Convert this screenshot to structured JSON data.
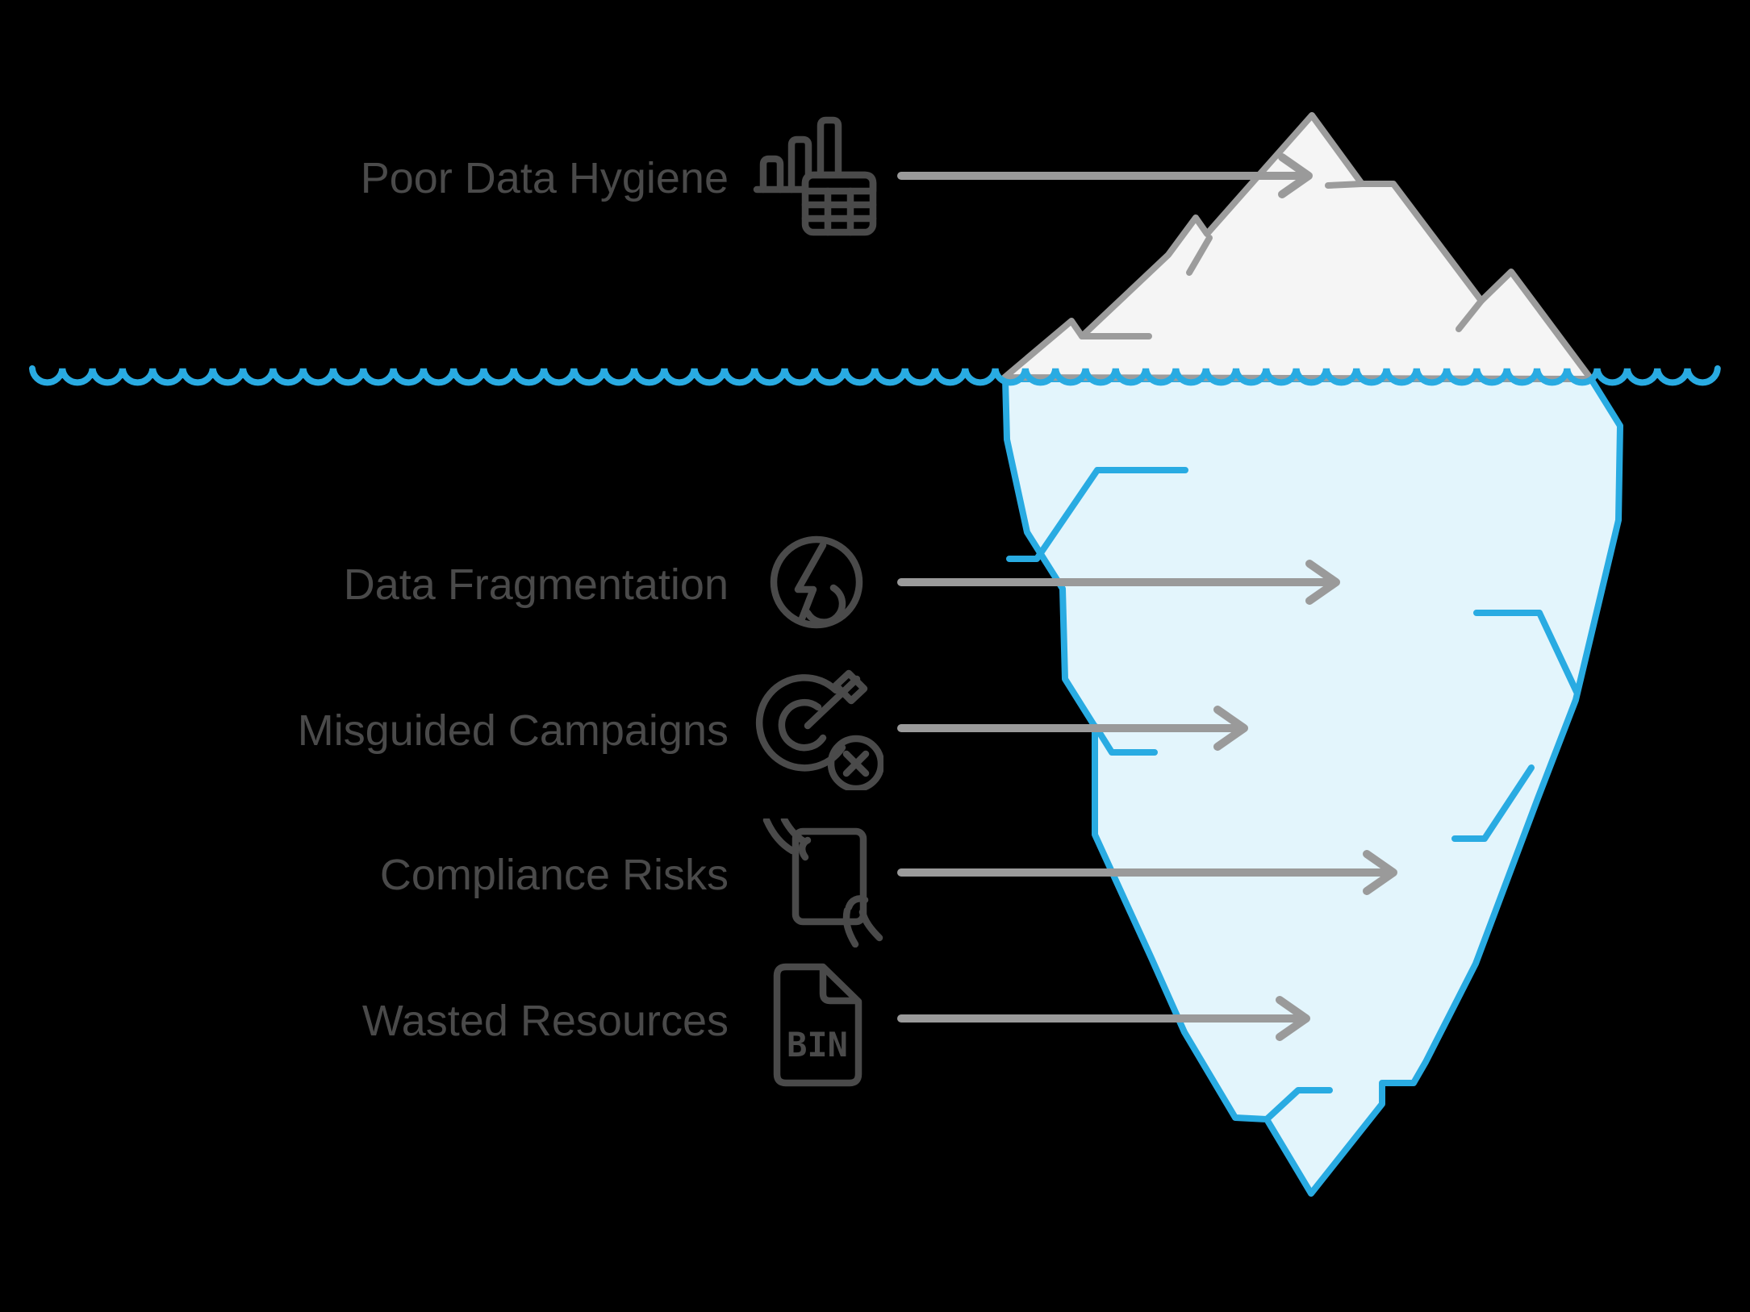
{
  "diagram": {
    "type": "iceberg-infographic"
  },
  "colors": {
    "bg": "#000000",
    "label_text": "#4a4a4a",
    "icon_stroke": "#4a4a4a",
    "arrow": "#9a9a9a",
    "iceberg_above_fill": "#f5f5f5",
    "iceberg_above_stroke": "#9c9c9c",
    "water_blue": "#29abe2",
    "iceberg_below_fill": "#e3f5fc"
  },
  "rows": [
    {
      "label": "Poor Data Hygiene",
      "icon": "bar-chart-table-icon",
      "position": "above-water"
    },
    {
      "label": "Data Fragmentation",
      "icon": "lightning-circle-icon",
      "position": "below-water"
    },
    {
      "label": "Misguided Campaigns",
      "icon": "missed-target-icon",
      "position": "below-water"
    },
    {
      "label": "Compliance Risks",
      "icon": "hands-document-icon",
      "position": "below-water"
    },
    {
      "label": "Wasted Resources",
      "icon": "bin-file-icon",
      "icon_text": "BIN",
      "position": "below-water"
    }
  ]
}
